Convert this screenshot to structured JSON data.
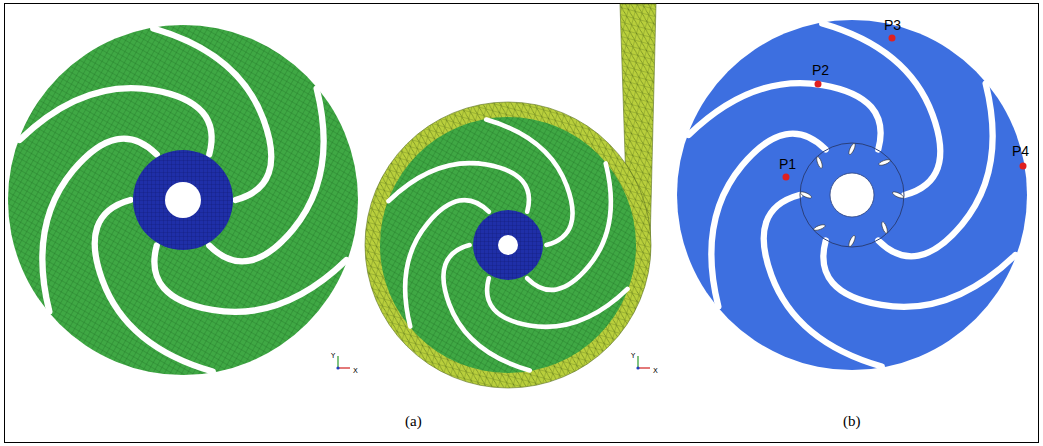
{
  "diagram": {
    "labels": [
      "(a)",
      "(b)",
      "P1",
      "P2",
      "P3",
      "P4",
      "Y",
      "X",
      "Y",
      "X"
    ]
  }
}
